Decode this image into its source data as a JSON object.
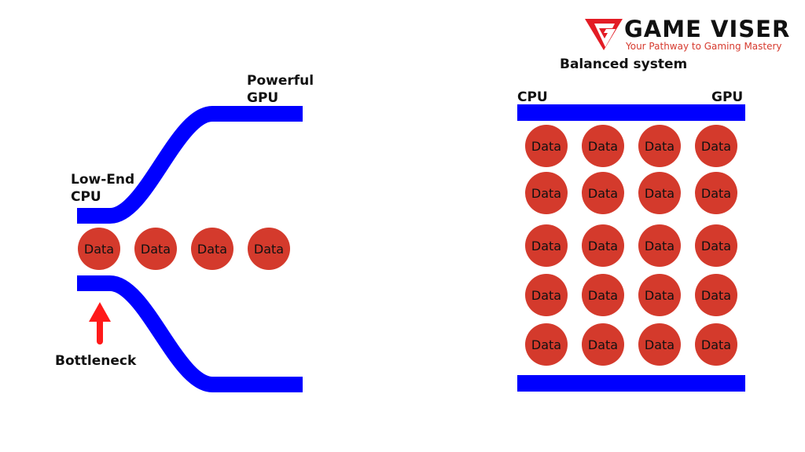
{
  "logo": {
    "wordmark": "GAME VISER",
    "tagline": "Your Pathway to Gaming Mastery",
    "brand_color": "#e31c25"
  },
  "left_diagram": {
    "gpu_label": "Powerful\nGPU",
    "cpu_label": "Low-End\nCPU",
    "bottleneck_label": "Bottleneck",
    "data_items": [
      "Data",
      "Data",
      "Data",
      "Data"
    ],
    "pipe_color": "#0000ff",
    "arrow_color": "#ff1a1a"
  },
  "right_diagram": {
    "title": "Balanced system",
    "cpu_label": "CPU",
    "gpu_label": "GPU",
    "data_grid": [
      [
        "Data",
        "Data",
        "Data",
        "Data"
      ],
      [
        "Data",
        "Data",
        "Data",
        "Data"
      ],
      [
        "Data",
        "Data",
        "Data",
        "Data"
      ],
      [
        "Data",
        "Data",
        "Data",
        "Data"
      ],
      [
        "Data",
        "Data",
        "Data",
        "Data"
      ]
    ],
    "bar_color": "#0000ff"
  },
  "data_bubble_color": "#d43a2c"
}
